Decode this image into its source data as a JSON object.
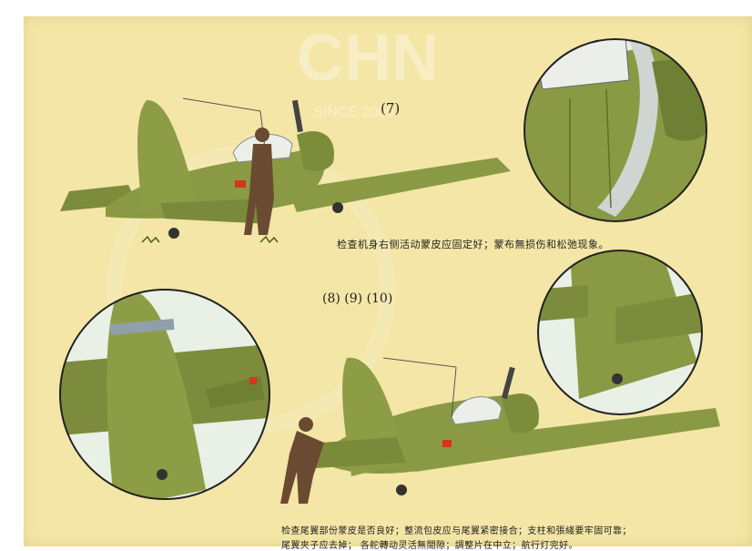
{
  "watermark": {
    "text": "CHN",
    "subtext": "SINCE 2000"
  },
  "top_panel": {
    "number": "(7)",
    "caption": "检查机身右侧活动蒙皮应固定好；蒙布無损伤和松弛现象。"
  },
  "bottom_panel": {
    "number": "(8)  (9)  (10)",
    "caption_line1": "检查尾翼部份蒙皮是否良好；整流包皮应与尾翼紧密接合；支柱和張綫要牢固可靠；",
    "caption_line2": "尾翼夾子应去掉；  各舵轉动灵活無間隙；調整片在中立；航行灯完好。"
  },
  "colors": {
    "paper": "#f4e6a6",
    "fuselage_green": "#8a9a44",
    "dark_green": "#5f6e2c",
    "canopy": "#ecefe9",
    "pilot_brown": "#6b4a32",
    "red_star": "#d8341c"
  }
}
